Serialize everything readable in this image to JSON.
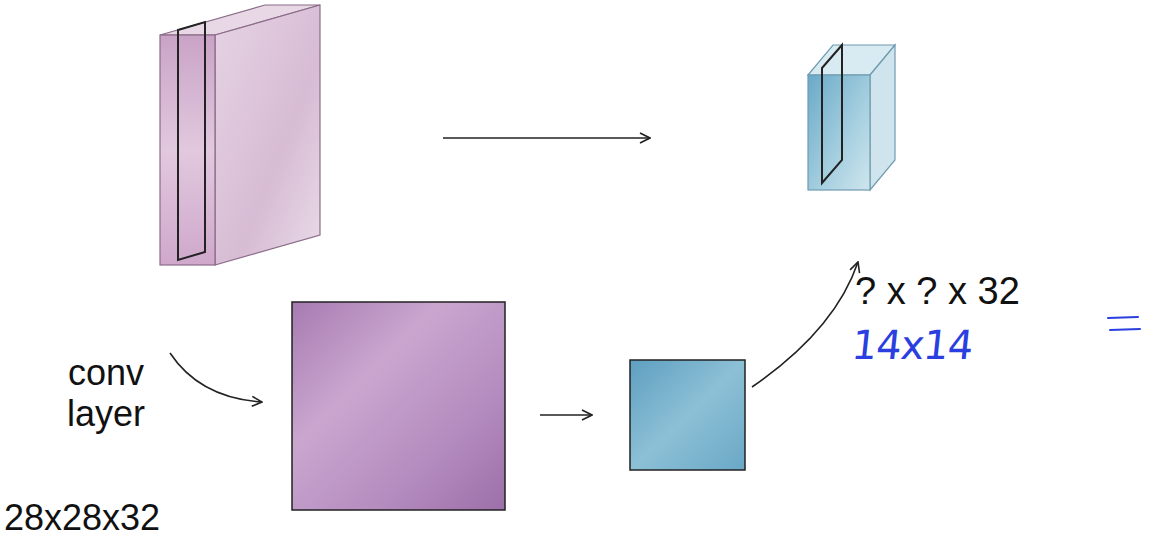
{
  "diagram": {
    "labels": [
      "conv layer",
      "28x28x32",
      "? x ? x 32",
      "14x14"
    ]
  }
}
